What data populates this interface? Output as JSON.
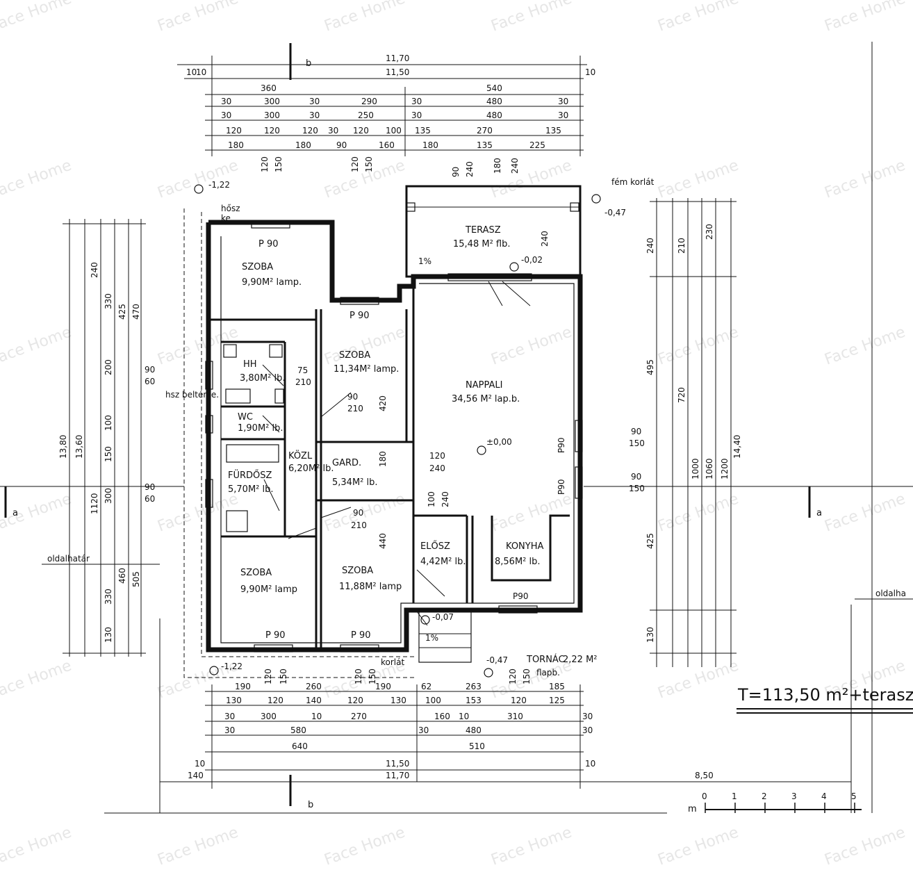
{
  "watermark": "Face Home",
  "total_area": "T=113,50 m²+terasz",
  "rooms": [
    {
      "name": "SZOBA",
      "area": "9,90M² lamp.",
      "door": "P 90"
    },
    {
      "name": "SZOBA",
      "area": "11,34M² lamp.",
      "door": "P 90"
    },
    {
      "name": "NAPPALI",
      "area": "34,56 M² lap.b."
    },
    {
      "name": "TERASZ",
      "area": "15,48 M² flb."
    },
    {
      "name": "HH",
      "area": "3,80M² lb."
    },
    {
      "name": "WC",
      "area": "1,90M² lb."
    },
    {
      "name": "FÜRDŐSZ",
      "area": "5,70M² lb."
    },
    {
      "name": "KÖZL",
      "area": "6,20M² lb."
    },
    {
      "name": "GARD.",
      "area": "5,34M² lb."
    },
    {
      "name": "ELŐSZ",
      "area": "4,42M² lb."
    },
    {
      "name": "KONYHA",
      "area": "8,56M² lb."
    },
    {
      "name": "SZOBA",
      "area": "9,90M² lamp",
      "door": "P 90"
    },
    {
      "name": "SZOBA",
      "area": "11,88M² lamp",
      "door": "P 90"
    },
    {
      "name": "TORNÁC",
      "area": "2,22 M²"
    }
  ],
  "labels": {
    "fem_korlat": "fém korlát",
    "korlat": "korlát",
    "flapb": "flapb.",
    "oldalhatar": "oldalhatár",
    "oldalha": "oldalha",
    "hosz": "hősz",
    "ke": "ke",
    "hsz_belten": "hsz beltén e.",
    "section_a": "a",
    "section_b": "b",
    "scale_unit": "m",
    "scale_ticks": [
      "0",
      "1",
      "2",
      "3",
      "4",
      "5"
    ],
    "p90": "P 90",
    "p90b": "P90",
    "slope": "1%",
    "level_0": "±0,00",
    "level_m002": "-0,02",
    "level_m047": "-0,47",
    "level_m122": "-1,22",
    "level_m007": "-0,07"
  },
  "dimensions": {
    "top_overall": "11,70",
    "top_inner": "11,50",
    "top_edge": "10",
    "top_row1": [
      "360",
      "540"
    ],
    "top_row2": [
      "30",
      "300",
      "30",
      "290",
      "30",
      "480",
      "30"
    ],
    "top_row3": [
      "30",
      "300",
      "30",
      "250",
      "30",
      "480",
      "30"
    ],
    "top_row4": [
      "120",
      "120",
      "120",
      "30",
      "120",
      "100",
      "135",
      "270",
      "135"
    ],
    "top_row5": [
      "180",
      "180",
      "90",
      "160",
      "180",
      "135",
      "225"
    ],
    "bottom_row1": [
      "190",
      "260",
      "190",
      "62",
      "263",
      "185"
    ],
    "bottom_row2": [
      "130",
      "120",
      "140",
      "120",
      "130",
      "100",
      "153",
      "120",
      "125"
    ],
    "bottom_row3": [
      "30",
      "300",
      "10",
      "270",
      "160",
      "10",
      "310",
      "30"
    ],
    "bottom_row4": [
      "30",
      "580",
      "30",
      "480",
      "30"
    ],
    "bottom_row5": [
      "640",
      "510"
    ],
    "bottom_inner": "11,50",
    "bottom_overall": "11,70",
    "bottom_edge": "10",
    "bottom_left": "140",
    "bottom_right": "8,50",
    "left_overall": "13,80",
    "left_inner": "13,60",
    "left_col1": [
      "240",
      "330",
      "200",
      "100",
      "150",
      "300",
      "330",
      "130"
    ],
    "left_col2": [
      "425",
      "470",
      "1120",
      "505",
      "460"
    ],
    "right_overall": "14,40",
    "right_col1": [
      "240",
      "210",
      "230",
      "495",
      "720",
      "425",
      "130"
    ],
    "right_col2": [
      "1000",
      "1060",
      "1200"
    ],
    "openings": [
      "90",
      "60",
      "150",
      "210",
      "120",
      "240",
      "100",
      "75",
      "420",
      "440",
      "180",
      "270"
    ]
  }
}
